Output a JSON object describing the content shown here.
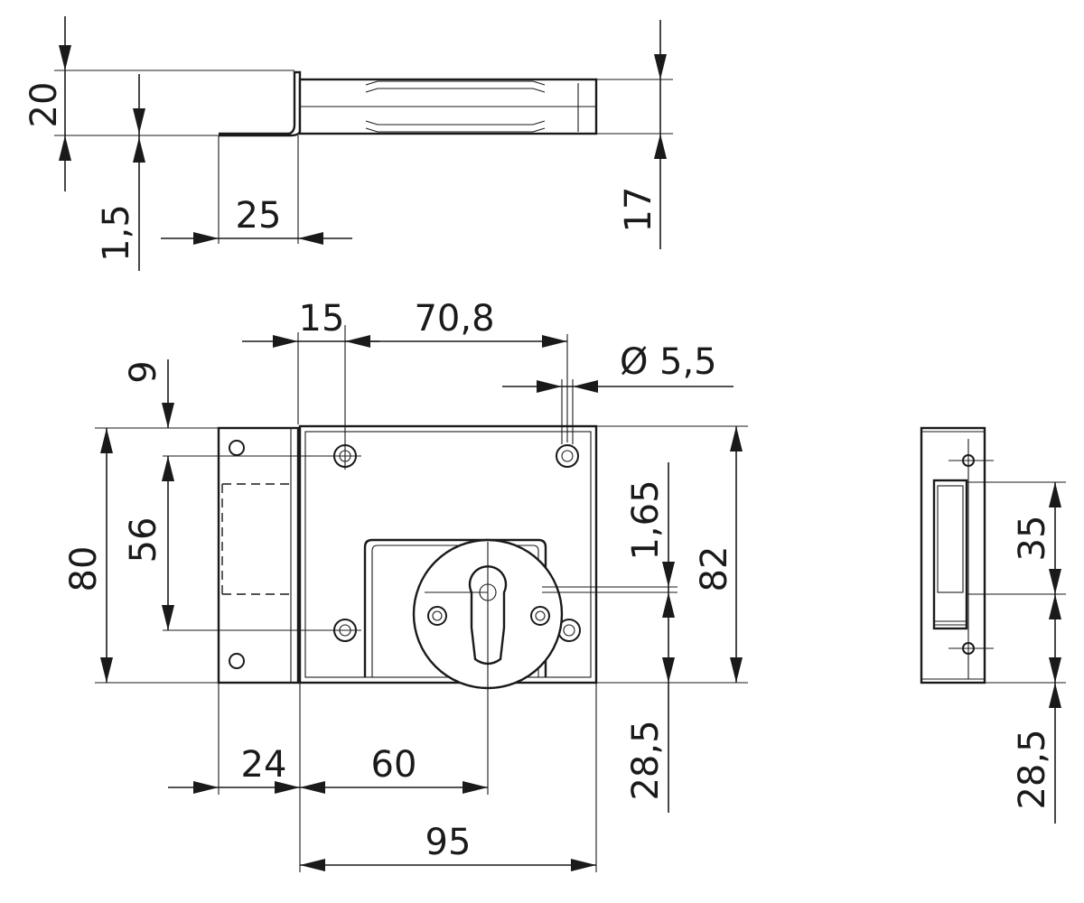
{
  "dimensions": {
    "d20": "20",
    "d1_5": "1,5",
    "d25": "25",
    "d17": "17",
    "d15": "15",
    "d70_8": "70,8",
    "d5_5": "5,5",
    "diameter_symbol": "Ø",
    "d9": "9",
    "d56": "56",
    "d80": "80",
    "d1_65": "1,65",
    "d82": "82",
    "d28_5": "28,5",
    "d24": "24",
    "d60": "60",
    "d95": "95",
    "d35": "35",
    "d28_5_side": "28,5"
  }
}
